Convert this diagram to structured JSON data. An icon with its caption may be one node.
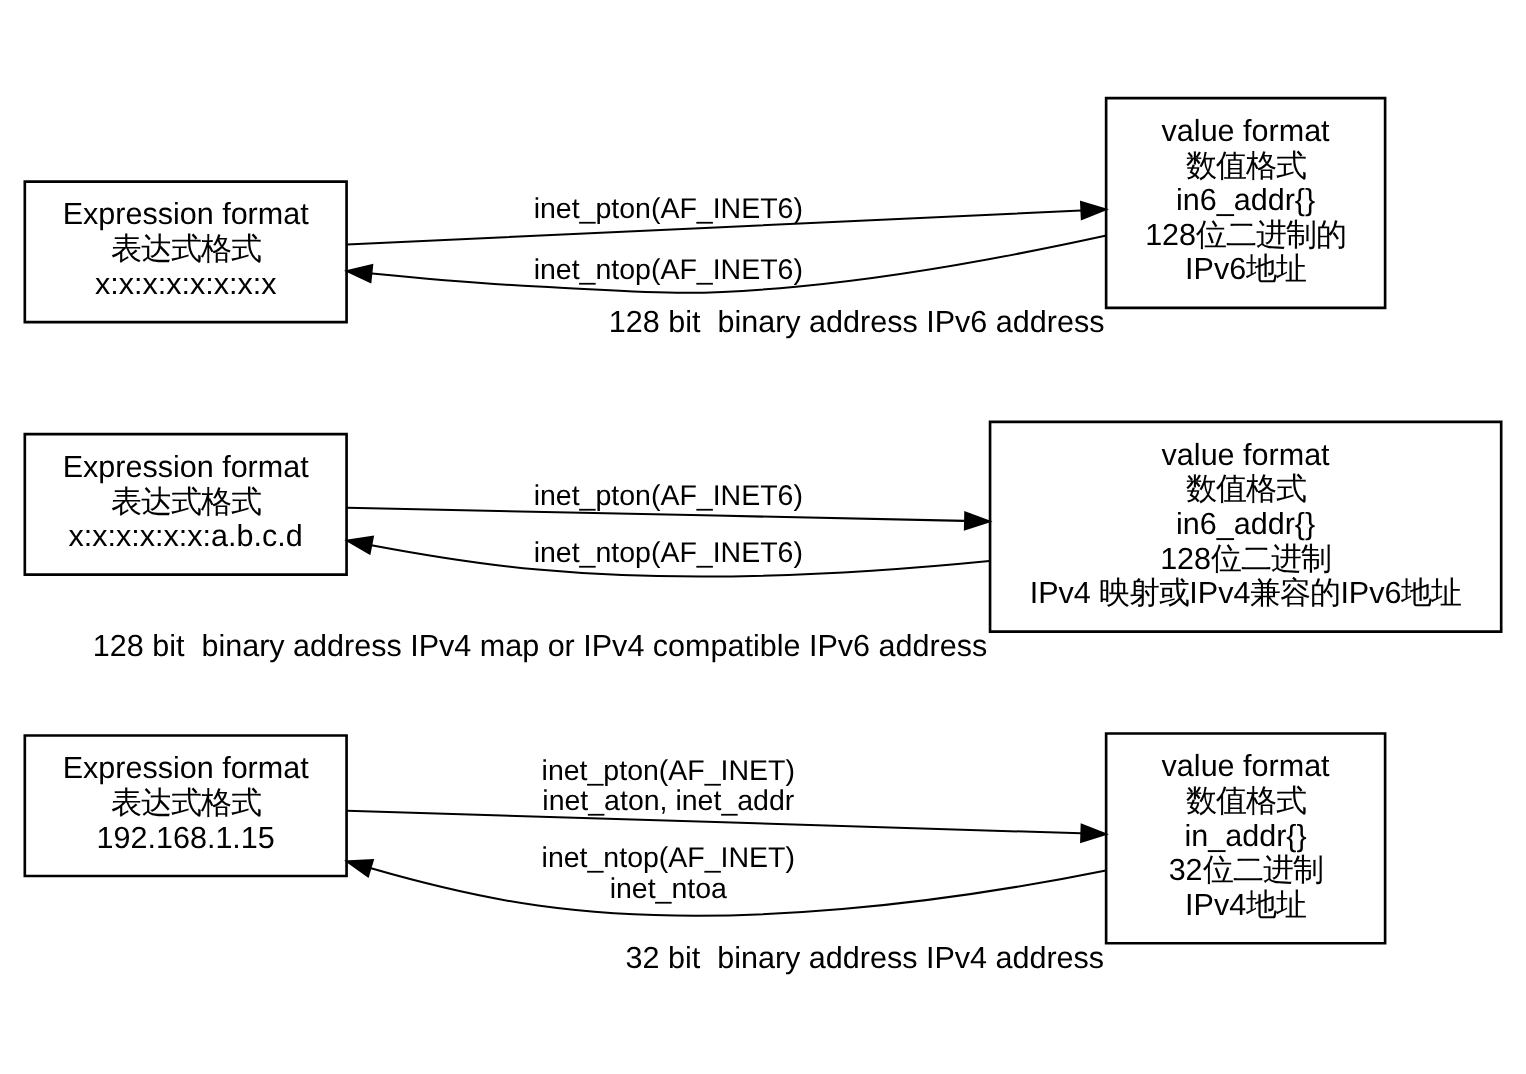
{
  "diagram": {
    "nodes": [
      {
        "text": [
          "Expression format",
          "表达式格式",
          "192.168.1.15"
        ]
      },
      {
        "text": [
          "value format",
          "数值格式",
          "in_addr{}",
          "32位二进制",
          "IPv4地址"
        ],
        "beside": [
          "32 bit  binary address IPv4 address"
        ]
      },
      {
        "text": [
          "Expression format",
          "表达式格式",
          "x:x:x:x:x:x:a.b.c.d"
        ]
      },
      {
        "text": [
          "value format",
          "数值格式",
          "in6_addr{}",
          "128位二进制",
          "IPv4 映射或IPv4兼容的IPv6地址"
        ],
        "beside": [
          "128 bit  binary address IPv4 map or IPv4 compatible IPv6 address"
        ]
      },
      {
        "text": [
          "Expression format",
          "表达式格式",
          "x:x:x:x:x:x:x:x"
        ]
      },
      {
        "text": [
          "value format",
          "数值格式",
          "in6_addr{}",
          "128位二进制的",
          "IPv6地址"
        ],
        "beside": [
          "128 bit  binary address IPv6 address"
        ]
      }
    ],
    "edges": [
      {
        "from": 0,
        "to": 1,
        "arrow": "to",
        "label": [
          "inet_pton(AF_INET)",
          "inet_aton, inet_addr"
        ]
      },
      {
        "from": 1,
        "to": 0,
        "arrow": "to",
        "label": [
          "inet_ntop(AF_INET)",
          "inet_ntoa"
        ]
      },
      {
        "from": 2,
        "to": 3,
        "arrow": "to",
        "label": "inet_pton(AF_INET6)"
      },
      {
        "from": 3,
        "to": 2,
        "arrow": "to",
        "label": "inet_ntop(AF_INET6)"
      },
      {
        "from": 4,
        "to": 5,
        "arrow": "to",
        "label": "inet_pton(AF_INET6)"
      },
      {
        "from": 5,
        "to": 4,
        "arrow": "to",
        "label": "inet_ntop(AF_INET6)"
      }
    ]
  }
}
